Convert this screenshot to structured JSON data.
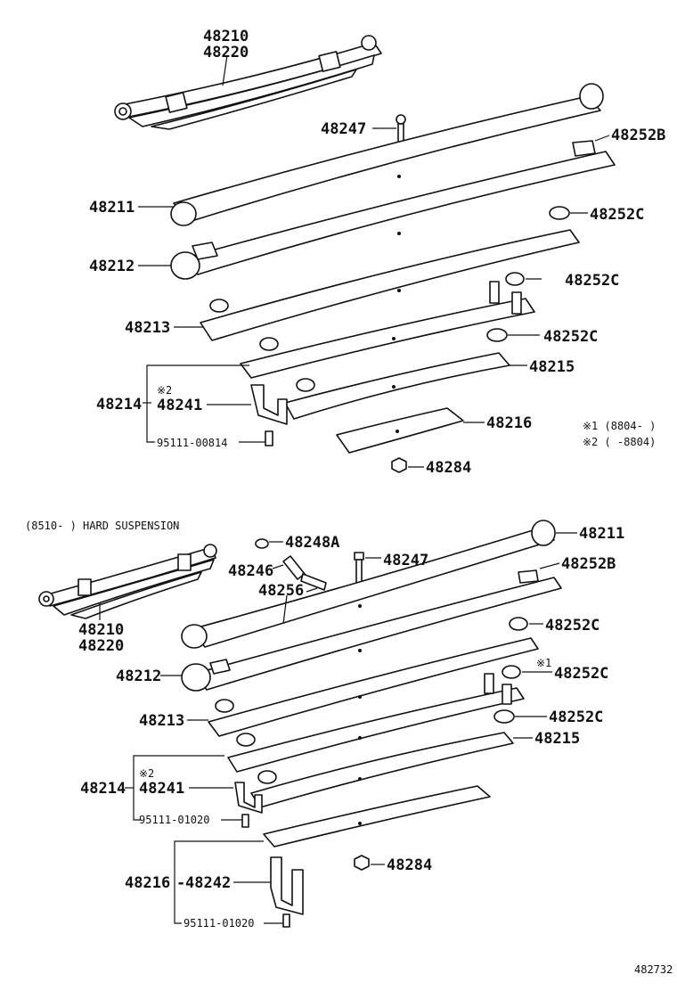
{
  "top_section": {
    "assembly_a": "48210",
    "assembly_b": "48220",
    "bolt": "48247",
    "pad_b": "48252B",
    "leaf_1": "48211",
    "pad_c1": "48252C",
    "leaf_2": "48212",
    "pad_c2": "48252C",
    "leaf_3": "48213",
    "pad_c3": "48252C",
    "leaf_5": "48215",
    "group": "48214",
    "clip_mark": "※2",
    "clip": "48241",
    "leaf_6": "48216",
    "rivet": "95111-00814",
    "nut": "48284",
    "note_1": "※1 (8804-     )",
    "note_2": "※2 (     -8804)"
  },
  "bottom_section": {
    "heading": "(8510-     ) HARD SUSPENSION",
    "bush": "48248A",
    "bolt": "48247",
    "pin": "48246",
    "shackle": "48256",
    "assembly_a": "48210",
    "assembly_b": "48220",
    "leaf_1": "48211",
    "pad_b": "48252B",
    "pad_c1": "48252C",
    "leaf_2": "48212",
    "pad_c2_mark": "※1",
    "pad_c2": "48252C",
    "leaf_3": "48213",
    "pad_c3": "48252C",
    "leaf_5": "48215",
    "group": "48214",
    "clip_mark": "※2",
    "clip": "48241",
    "rivet_a": "95111-01020",
    "nut": "48284",
    "group_b": "48216",
    "clip_b": "48242",
    "rivet_b": "95111-01020"
  },
  "figure_id": "482732"
}
